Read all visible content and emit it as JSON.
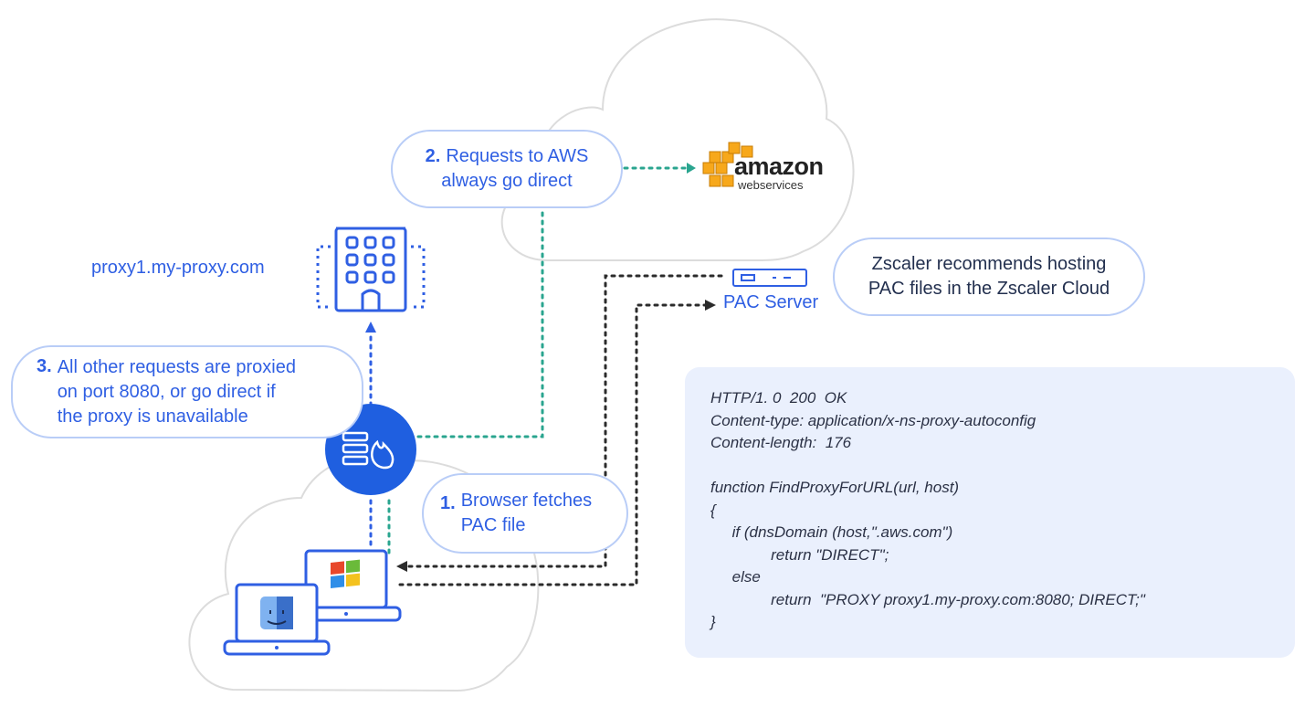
{
  "aws_bubble": {
    "num": "2.",
    "line1": "Requests to AWS",
    "line2": "always go direct"
  },
  "proxy_host": "proxy1.my-proxy.com",
  "other_bubble": {
    "num": "3.",
    "line1": "All other requests are proxied",
    "line2": "on port 8080, or go direct if",
    "line3": "the proxy is unavailable"
  },
  "browser_bubble": {
    "num": "1.",
    "line1": "Browser fetches",
    "line2": "PAC file"
  },
  "pac_server_label": "PAC Server",
  "zscaler_bubble": {
    "line1": "Zscaler recommends hosting",
    "line2": "PAC files in the Zscaler Cloud"
  },
  "amazon_logo": {
    "word": "amazon",
    "sub": "webservices"
  },
  "code": {
    "l1": "HTTP/1. 0  200  OK",
    "l2": "Content-type: application/x-ns-proxy-autoconfig",
    "l3": "Content-length:  176",
    "l4": "function FindProxyForURL(url, host)",
    "l5": "{",
    "l6": "     if (dnsDomain (host,\".aws.com\")",
    "l7": "              return \"DIRECT\";",
    "l8": "     else",
    "l9": "              return  \"PROXY proxy1.my-proxy.com:8080; DIRECT;\"",
    "l10": "}"
  },
  "colors": {
    "blue": "#2f5fe3",
    "teal": "#2aa58f",
    "dark": "#2b2b2b",
    "cloud": "#dcdcdc",
    "panel": "#eaf0fd",
    "aws_orange": "#f7a81b"
  }
}
